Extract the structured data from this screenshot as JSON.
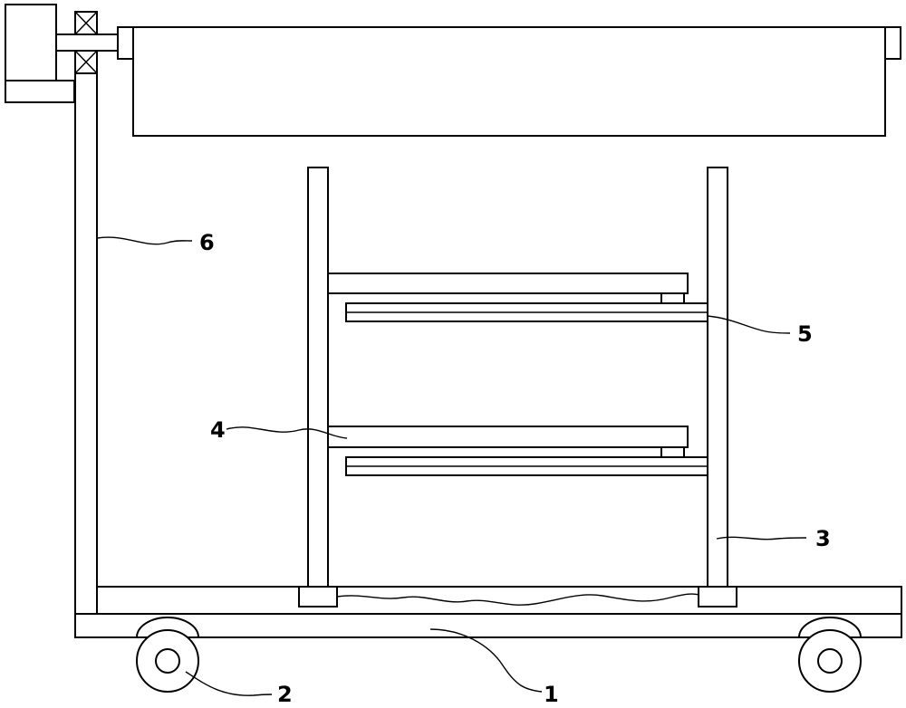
{
  "diagram": {
    "callouts": {
      "frame_base": "1",
      "wheels": "2",
      "upright_posts": "3",
      "upper_tray": "4",
      "lower_slide_rail": "5",
      "side_column": "6"
    }
  }
}
